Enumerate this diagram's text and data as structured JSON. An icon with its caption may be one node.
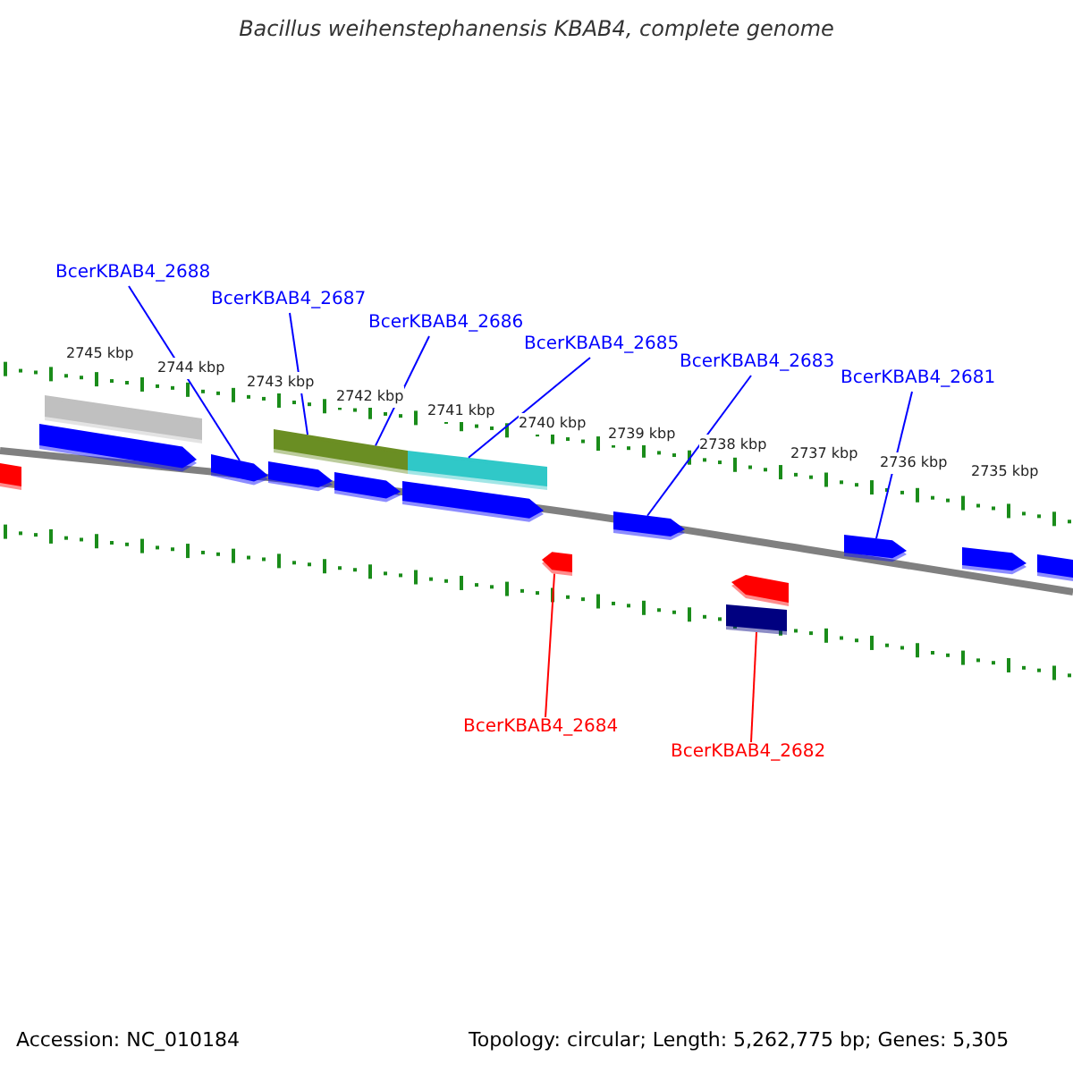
{
  "diagram": {
    "title": "Bacillus weihenstephanensis KBAB4, complete genome",
    "nodes": [
      {
        "text": [
          "BcerKBAB4_2688"
        ]
      },
      {
        "text": [
          "BcerKBAB4_2687"
        ]
      },
      {
        "text": [
          "BcerKBAB4_2686"
        ]
      },
      {
        "text": [
          "BcerKBAB4_2685"
        ]
      },
      {
        "text": [
          "BcerKBAB4_2683"
        ]
      },
      {
        "text": [
          "BcerKBAB4_2681"
        ]
      },
      {
        "text": [
          "BcerKBAB4_2684"
        ]
      },
      {
        "text": [
          "BcerKBAB4_2682"
        ]
      },
      {
        "text": [],
        "shape": "bar"
      },
      {
        "text": [],
        "shape": "arrow"
      },
      {
        "text": [],
        "shape": "bar"
      },
      {
        "text": [],
        "shape": "arrow"
      },
      {
        "text": [],
        "shape": "arrow"
      },
      {
        "text": [],
        "shape": "bar"
      },
      {
        "text": [],
        "shape": "arrow"
      },
      {
        "text": [],
        "shape": "bar"
      },
      {
        "text": [],
        "shape": "arrow"
      },
      {
        "text": [],
        "shape": "bar"
      },
      {
        "text": [],
        "shape": "arrow"
      },
      {
        "text": [],
        "shape": "arrow"
      },
      {
        "text": [],
        "shape": "bar"
      },
      {
        "text": [],
        "shape": "arrow"
      },
      {
        "text": [],
        "shape": "arrow"
      },
      {
        "text": [],
        "shape": "arrow"
      },
      {
        "text": [],
        "shape": "bar"
      }
    ],
    "edges": [
      {
        "from": 0,
        "to": 11,
        "arrow": "none",
        "color": "#0000ff"
      },
      {
        "from": 1,
        "to": 13,
        "arrow": "none",
        "color": "#0000ff"
      },
      {
        "from": 2,
        "to": 15,
        "arrow": "none",
        "color": "#0000ff"
      },
      {
        "from": 3,
        "to": 17,
        "arrow": "none",
        "color": "#0000ff"
      },
      {
        "from": 4,
        "to": 19,
        "arrow": "none",
        "color": "#0000ff"
      },
      {
        "from": 5,
        "to": 22,
        "arrow": "none",
        "color": "#0000ff"
      },
      {
        "from": 6,
        "to": 18,
        "arrow": "none",
        "color": "#ff0000"
      },
      {
        "from": 7,
        "to": 20,
        "arrow": "none",
        "color": "#ff0000"
      }
    ],
    "labels": [
      "2745 kbp",
      "2744 kbp",
      "2743 kbp",
      "2742 kbp",
      "2741 kbp",
      "2740 kbp",
      "2739 kbp",
      "2738 kbp",
      "2737 kbp",
      "2736 kbp",
      "2735 kbp",
      "Accession: NC_010184",
      "Topology: circular; Length: 5,262,775 bp; Genes: 5,305"
    ]
  }
}
